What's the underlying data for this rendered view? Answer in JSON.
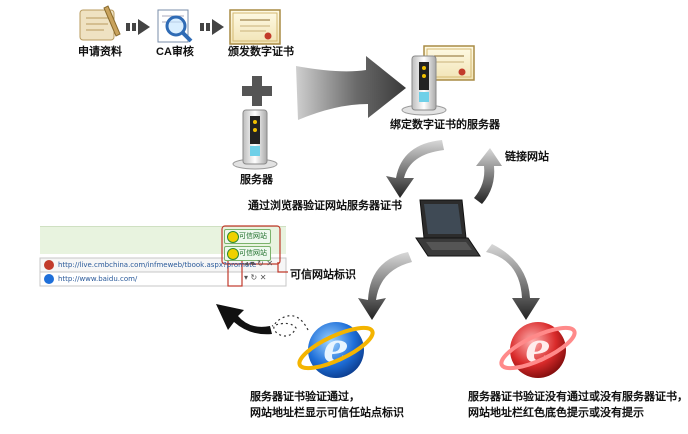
{
  "labels": {
    "apply": "申请资料",
    "ca_review": "CA审核",
    "issue_cert": "颁发数字证书",
    "bind_server": "绑定数字证书的服务器",
    "server": "服务器",
    "link_site": "链接网站",
    "browser_verify": "通过浏览器验证网站服务器证书",
    "trusted_mark": "可信网站标识",
    "pass_line1": "服务器证书验证通过，",
    "pass_line2": "网站地址栏显示可信任站点标识",
    "fail_line1": "服务器证书验证没有通过或没有服务器证书，",
    "fail_line2": "网站地址栏红色底色提示或没有提示"
  },
  "browser_mock": {
    "badge_text": "可信网站",
    "url_1": "http://live.cmbchina.com/infmeweb/tbook.aspx?promote",
    "url_2": "http://www.baidu.com/"
  },
  "colors": {
    "ie_good": "#1e6fd9",
    "ie_bad": "#d92a2a",
    "highlight": "#c0392b",
    "arrow_gray": "#555555"
  }
}
